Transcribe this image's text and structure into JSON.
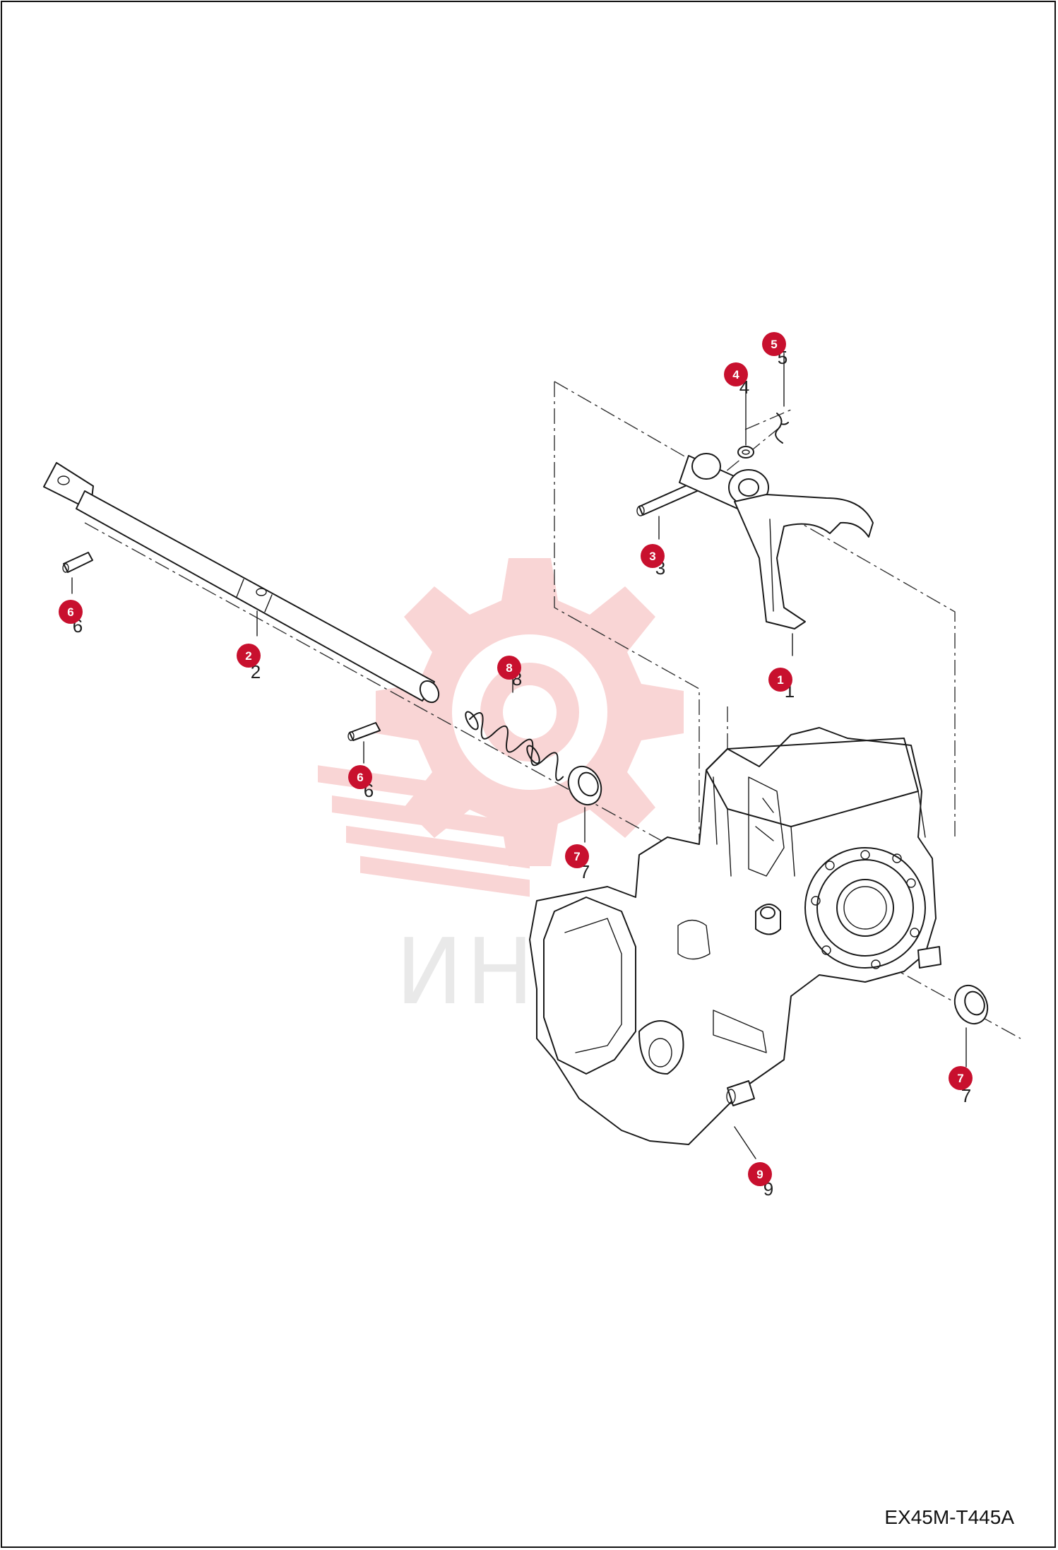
{
  "drawing": {
    "code": "EX45M-T445A",
    "watermark_text": "ИНТЕХ",
    "callout_color": "#c8102e",
    "watermark_color": "#f5b3b3"
  },
  "callouts": [
    {
      "n": "1",
      "label": "1"
    },
    {
      "n": "2",
      "label": "2"
    },
    {
      "n": "3",
      "label": "3"
    },
    {
      "n": "4",
      "label": "4"
    },
    {
      "n": "5",
      "label": "5"
    },
    {
      "n": "6",
      "label": "6"
    },
    {
      "n": "6b",
      "label": "6"
    },
    {
      "n": "7",
      "label": "7"
    },
    {
      "n": "7b",
      "label": "7"
    },
    {
      "n": "8",
      "label": "8"
    },
    {
      "n": "9",
      "label": "9"
    }
  ]
}
